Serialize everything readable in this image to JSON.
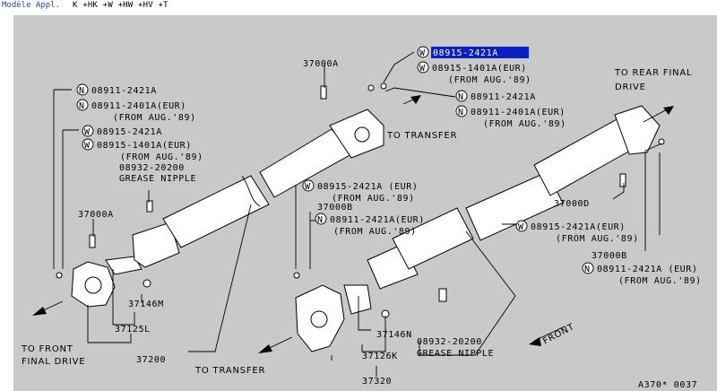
{
  "window": {
    "title": "Modèle Appl.",
    "menu": "K +HK +W +HW +HV +T"
  },
  "labels": {
    "front_final": [
      "TO FRONT",
      "FINAL DRIVE"
    ],
    "rear_final": [
      "TO REAR FINAL",
      "DRIVE"
    ],
    "to_transfer_top": "TO TRANSFER",
    "to_transfer_bottom": "TO TRANSFER",
    "front": "FRONT",
    "grease_nipple_left": [
      "08932-20200",
      "GREASE NIPPLE"
    ],
    "grease_nipple_bottom": [
      "08932-20200",
      "GREASE NIPPLE"
    ],
    "figure_id": "A370* 0037"
  },
  "parts": {
    "p37000A_top": "37000A",
    "p37000A_left": "37000A",
    "p37000B_mid": "37000B",
    "p37000B_right": "37000B",
    "p37000D": "37000D",
    "p37146M": "37146M",
    "p37125L": "37125L",
    "p37200": "37200",
    "p37146N": "37146N",
    "p37126K": "37126K",
    "p37320": "37320"
  },
  "callouts": {
    "top_w": {
      "marker": "W",
      "part": "08915-2421A",
      "alt": "08915-1401A(EUR)",
      "note": "(FROM AUG.'89)"
    },
    "top_n": {
      "marker": "N",
      "part": "08911-2421A",
      "alt": "08911-2401A(EUR)",
      "note": "(FROM AUG.'89)"
    },
    "left_n": {
      "marker": "N",
      "part": "08911-2421A",
      "alt": "08911-2401A(EUR)",
      "note": "(FROM AUG.'89)"
    },
    "left_w": {
      "marker": "W",
      "part": "08915-2421A",
      "alt": "08915-1401A(EUR)",
      "note": "(FROM AUG.'89)"
    },
    "mid_w": {
      "marker": "W",
      "part": "08915-2421A (EUR)",
      "note": "(FROM AUG.'89)"
    },
    "mid_n": {
      "marker": "N",
      "part": "08911-2421A(EUR)",
      "note": "(FROM AUG.'89)"
    },
    "right_w": {
      "marker": "W",
      "part": "08915-2421A(EUR)",
      "note": "(FROM AUG.'89)"
    },
    "right_n": {
      "marker": "N",
      "part": "08911-2421A (EUR)",
      "note": "(FROM AUG.'89)"
    }
  },
  "colors": {
    "canvas": "#c9c9c9",
    "highlight": "#0a1fc4",
    "title_text": "#1f3fbf"
  }
}
